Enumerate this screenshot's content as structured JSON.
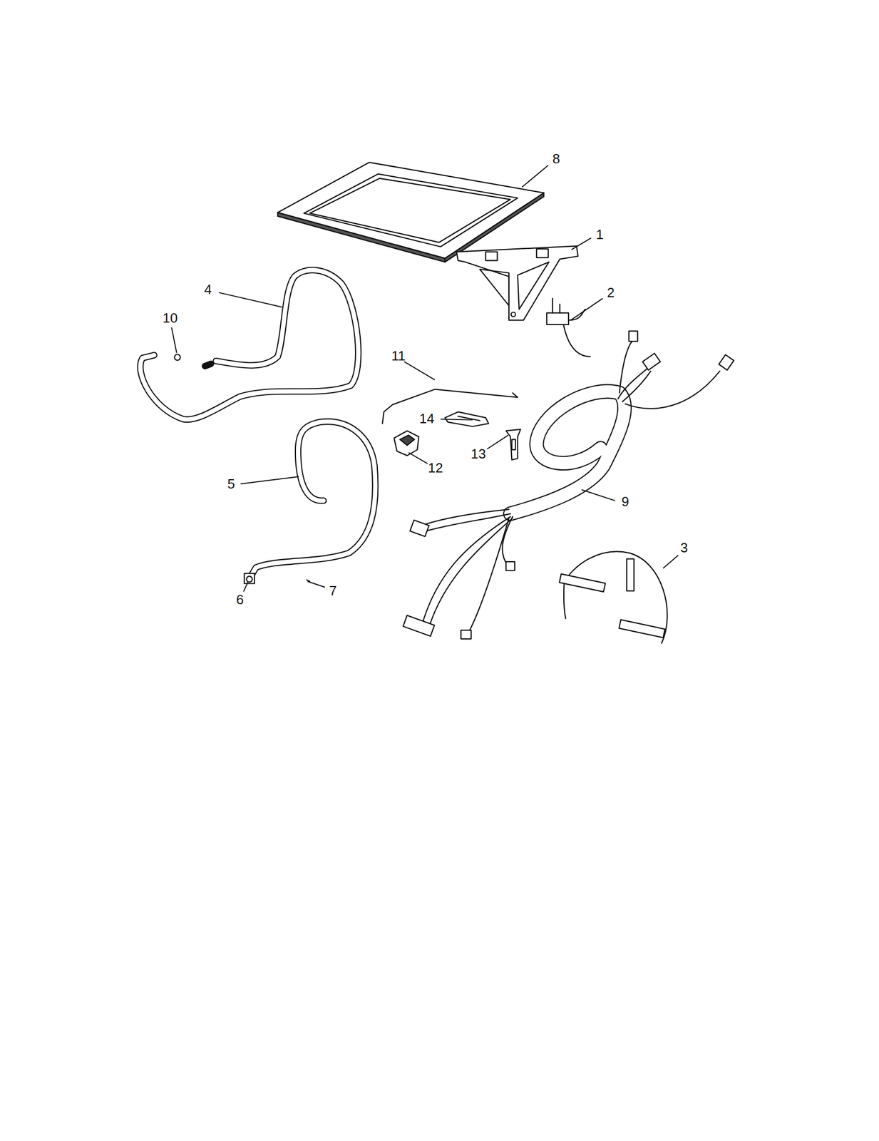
{
  "diagram": {
    "labels": [
      "8",
      "1",
      "4",
      "10",
      "2",
      "11",
      "14",
      "13",
      "12",
      "5",
      "9",
      "3",
      "6",
      "7"
    ]
  }
}
